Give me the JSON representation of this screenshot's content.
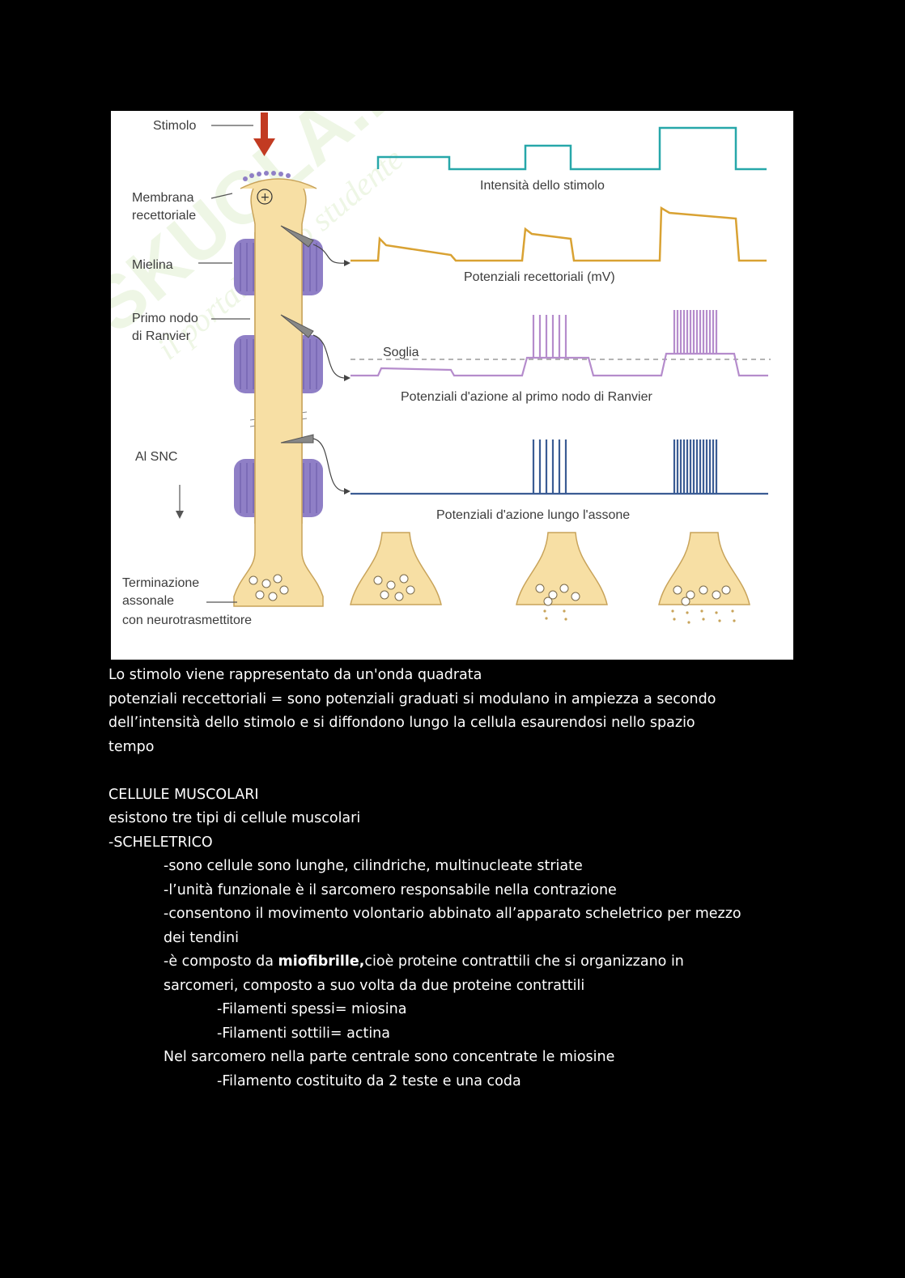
{
  "figure": {
    "labels": {
      "stimolo": "Stimolo",
      "membrana_1": "Membrana",
      "membrana_2": "recettoriale",
      "mielina": "Mielina",
      "primo_nodo_1": "Primo nodo",
      "primo_nodo_2": "di Ranvier",
      "al_snc": "Al SNC",
      "terminazione_1": "Terminazione",
      "terminazione_2": "assonale",
      "terminazione_3": "con neurotrasmettitore",
      "soglia": "Soglia"
    },
    "captions": {
      "intensita": "Intensità dello stimolo",
      "recettoriali": "Potenziali recettoriali (mV)",
      "primo_nodo": "Potenziali d'azione al primo nodo di Ranvier",
      "assone": "Potenziali d'azione lungo l'assone"
    },
    "watermark": "SKUOLA.net il portale dello studente",
    "colors": {
      "axon": "#f7dfa4",
      "axon_stroke": "#c8a35a",
      "myelin": "#8f7fc6",
      "teal": "#27a7a9",
      "orange": "#d9a233",
      "purple": "#b58ccc",
      "blue": "#3b5c94",
      "arrow": "#c23b22"
    }
  },
  "text": {
    "l1": "Lo stimolo viene rappresentato da un'onda quadrata",
    "l2": "potenziali reccettoriali = sono potenziali graduati si modulano in ampiezza a secondo",
    "l3": "dell’intensità dello stimolo e si diffondono lungo  la cellula esaurendosi nello spazio",
    "l4": "tempo",
    "l5": "CELLULE MUSCOLARI",
    "l6": "esistono tre tipi di cellule muscolari",
    "l7": "-SCHELETRICO",
    "l8": "-sono cellule sono lunghe, cilindriche, multinucleate striate",
    "l9": "-l’unità funzionale è il sarcomero responsabile nella contrazione",
    "l10": "-consentono il movimento volontario abbinato all’apparato scheletrico per mezzo",
    "l11": "dei tendini",
    "l12a": "-è composto da ",
    "l12b": "miofibrille,",
    "l12c": "cioè proteine contrattili che si organizzano in",
    "l13": "sarcomeri, composto a suo volta da due proteine contrattili",
    "l14": "-Filamenti spessi= miosina",
    "l15": "-Filamenti sottili= actina",
    "l16": "Nel sarcomero nella parte centrale sono concentrate le miosine",
    "l17": "-Filamento costituito da 2 teste e una coda"
  }
}
